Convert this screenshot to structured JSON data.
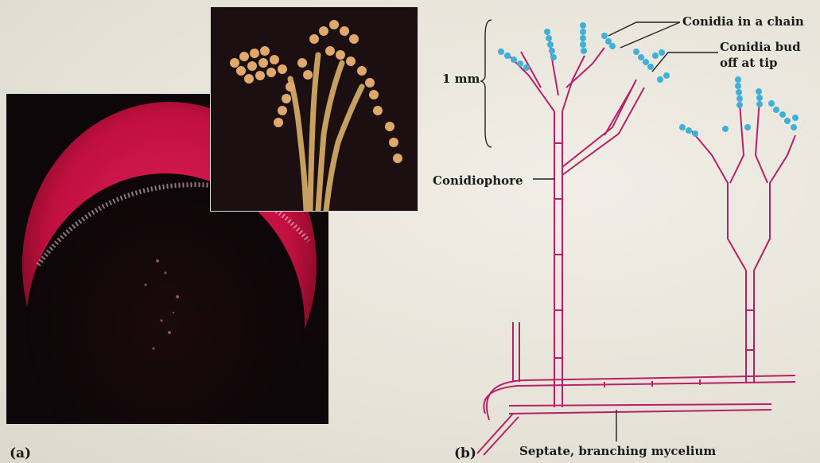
{
  "panel_labels": {
    "a": "(a)",
    "b": "(b)"
  },
  "labels": {
    "conidia_chain": "Conidia in a chain",
    "conidia_bud_line1": "Conidia bud",
    "conidia_bud_line2": "off at tip",
    "scale": "1 mm",
    "conidiophore": "Conidiophore",
    "mycelium": "Septate, branching mycelium"
  },
  "colors": {
    "hypha": "#b8206a",
    "conidia": "#3fb0d8",
    "colony": "#d01040"
  }
}
